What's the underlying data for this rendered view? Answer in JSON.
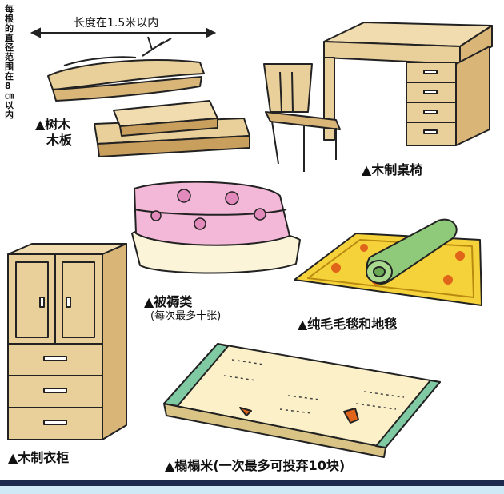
{
  "dimension": {
    "diameter_note": "每根的直径范围在8㎝以内",
    "length_note": "长度在1.5米以内"
  },
  "labels": {
    "wood": "▲树木",
    "board": "木板",
    "desk_chair": "▲木制桌椅",
    "bedding": "▲被褥类",
    "bedding_note": "(每次最多十张)",
    "carpet": "▲纯毛毛毯和地毯",
    "wardrobe": "▲木制衣柜",
    "tatami": "▲榻榻米(一次最多可投弃10块)"
  },
  "colors": {
    "wood": "#e9cf9a",
    "outline": "#222222",
    "pink": "#f3b7d7",
    "cream": "#fbf4d9",
    "yellow": "#f6d23a",
    "green": "#8fca7a",
    "tatami_green": "#7fc9a3",
    "bar_dark": "#1d2a4d",
    "bar_light": "#cfe9f7"
  }
}
